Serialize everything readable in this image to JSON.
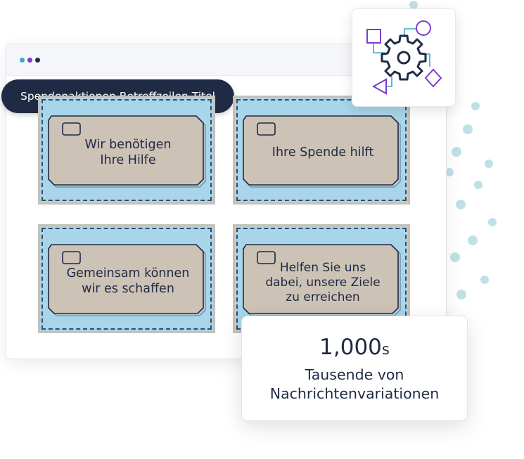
{
  "header": {
    "title": "Spendenaktionen Betreffzeilen Titel"
  },
  "window": {
    "dot_colors": [
      "#3aa9c4",
      "#7d3bd0",
      "#1f2a44"
    ]
  },
  "cards": [
    {
      "line1": "Wir benötigen",
      "line2": "Ihre Hilfe",
      "line3": ""
    },
    {
      "line1": "Ihre Spende hilft",
      "line2": "",
      "line3": ""
    },
    {
      "line1": "Gemeinsam können",
      "line2": "wir es schaffen",
      "line3": ""
    },
    {
      "line1": "Helfen Sie uns",
      "line2": "dabei, unsere Ziele",
      "line3": "zu erreichen"
    }
  ],
  "stat": {
    "number": "1,000",
    "suffix": "s",
    "label": "Tausende von\nNachrichtenvariationen"
  },
  "icons": {
    "workflow": "gear-workflow-icon",
    "card_icon": "envelope-icon"
  },
  "colors": {
    "navy": "#1f2a44",
    "card_blue": "#a8d5e9",
    "card_beige": "#cdc2b6",
    "card_border": "#c9bfb3",
    "accent_purple": "#7d3bd0",
    "accent_teal": "#3aa9c4",
    "decor_dots": "#bfe1e6"
  }
}
